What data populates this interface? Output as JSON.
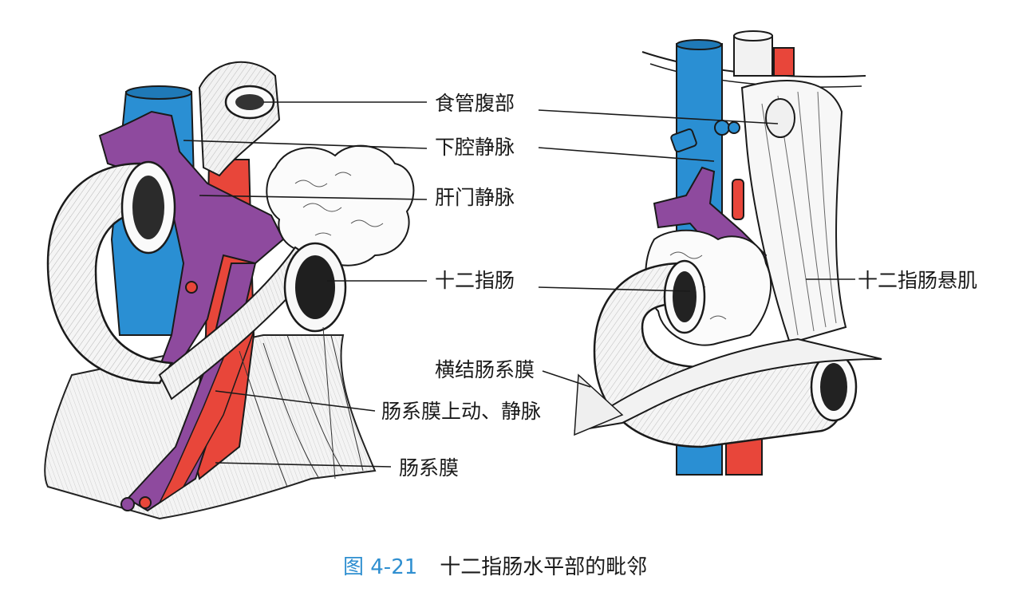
{
  "labels": {
    "esophagus_abdominal": "食管腹部",
    "ivc": "下腔静脉",
    "portal_vein": "肝门静脉",
    "duodenum": "十二指肠",
    "suspensory_muscle": "十二指肠悬肌",
    "transverse_mesocolon": "横结肠系膜",
    "sma_smv": "肠系膜上动、静脉",
    "mesentery": "肠系膜"
  },
  "caption": {
    "number": "图 4-21",
    "title": "十二指肠水平部的毗邻"
  },
  "colors": {
    "vein_blue": "#2a8fd3",
    "artery_red": "#e8463a",
    "portal_purple": "#8e4a9e",
    "caption_blue": "#2f8fd0"
  }
}
